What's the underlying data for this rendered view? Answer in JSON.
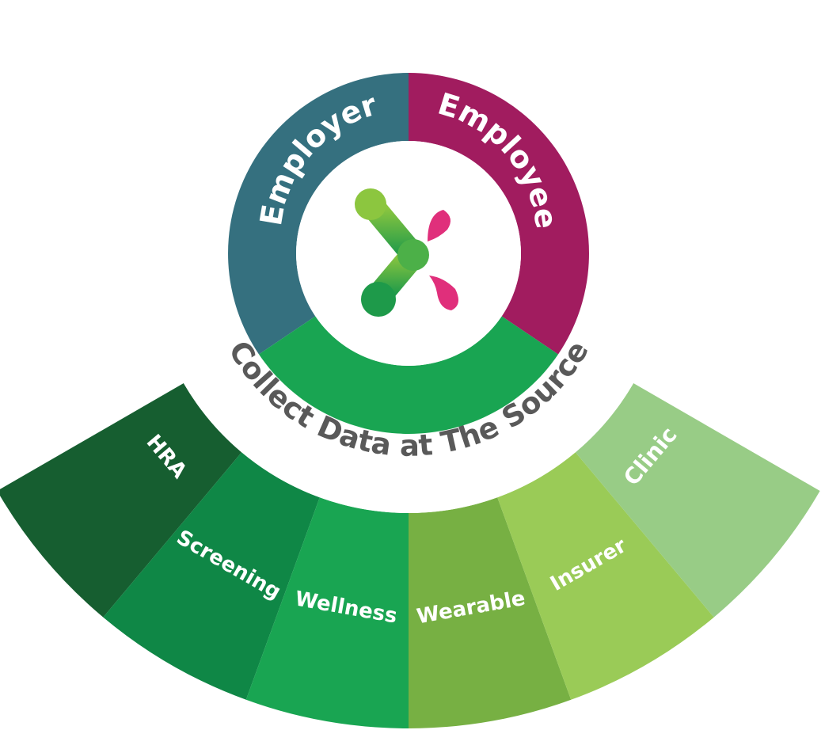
{
  "ring": {
    "employer_label": "Employer",
    "employee_label": "Employee",
    "employer_color": "#35707f",
    "employee_color": "#a11c5f",
    "collect_color": "#19a552"
  },
  "band": {
    "label": "Collect Data at The Source",
    "text_color": "#595959",
    "fill_color": "#ffffff"
  },
  "sources": [
    {
      "label": "HRA",
      "color": "#165e30"
    },
    {
      "label": "Screening",
      "color": "#0f8746"
    },
    {
      "label": "Wellness",
      "color": "#19a552"
    },
    {
      "label": "Wearable",
      "color": "#77b043"
    },
    {
      "label": "Insurer",
      "color": "#9acb57"
    },
    {
      "label": "Clinic",
      "color": "#98cc86"
    }
  ],
  "logo": {
    "icon": "x-molecule-logo-icon",
    "green": "#6cbd45",
    "pink": "#e02f7b"
  }
}
